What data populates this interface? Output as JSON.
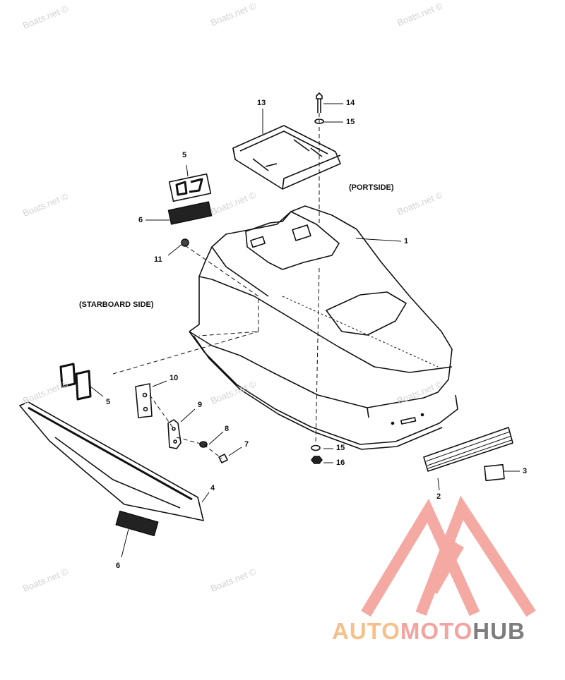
{
  "watermarks": [
    "Boats.net ©",
    "Boats.net ©",
    "Boats.net ©",
    "Boats.net ©",
    "Boats.net ©",
    "Boats.net ©",
    "Boats.net ©",
    "Boats.net ©",
    "Boats.net ©",
    "Boats.net ©",
    "Boats.net ©"
  ],
  "callouts": {
    "c1": "1",
    "c2": "2",
    "c3": "3",
    "c4": "4",
    "c5a": "5",
    "c5b": "5",
    "c6a": "6",
    "c6b": "6",
    "c7": "7",
    "c8": "8",
    "c9": "9",
    "c10": "10",
    "c11": "11",
    "c13": "13",
    "c14": "14",
    "c15a": "15",
    "c15b": "15",
    "c16": "16"
  },
  "side_labels": {
    "portside": "(PORTSIDE)",
    "starboard": "(STARBOARD SIDE)"
  },
  "brand": {
    "part1": "AUTO",
    "part2": "MOTO",
    "part3": "HUB"
  },
  "colors": {
    "auto": "#f7c08a",
    "moto": "#f3a3a0",
    "hub": "#7d7d7d",
    "logo": "#f4a09a"
  }
}
